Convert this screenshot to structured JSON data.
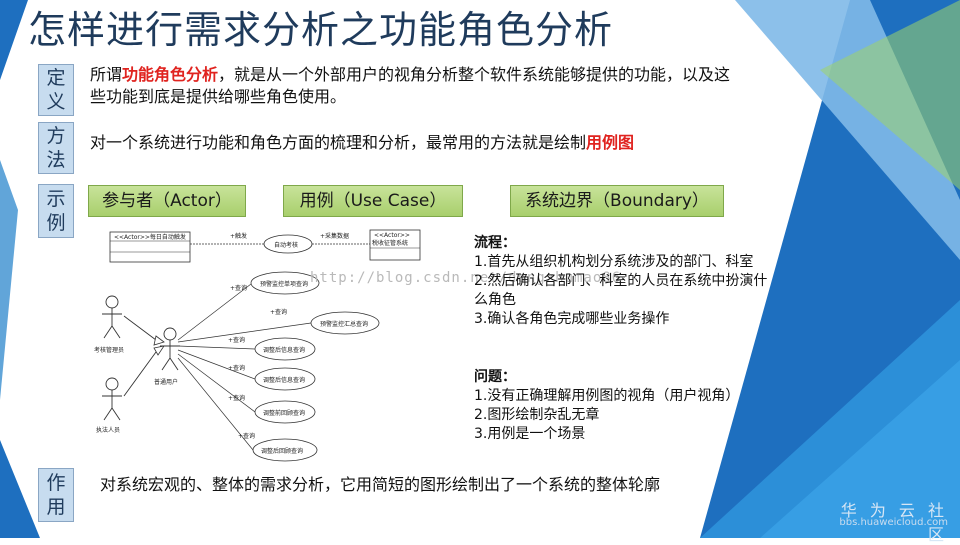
{
  "title": "怎样进行需求分析之功能角色分析",
  "definition": {
    "label": "定\n义",
    "text_pre": "所谓",
    "highlight": "功能角色分析",
    "text_post": "，就是从一个外部用户的视角分析整个软件系统能够提供的功能，以及这些功能到底是提供给哪些角色使用。"
  },
  "method": {
    "label": "方\n法",
    "text_pre": "对一个系统进行功能和角色方面的梳理和分析，最常用的方法就是绘制",
    "highlight": "用例图"
  },
  "example": {
    "label": "示\n例",
    "tags": [
      "参与者（Actor）",
      "用例（Use Case）",
      "系统边界（Boundary）"
    ]
  },
  "process": {
    "heading": "流程：",
    "items": [
      "1.首先从组织机构划分系统涉及的部门、科室",
      "2.然后确认各部门、科室的人员在系统中扮演什么角色",
      "3.确认各角色完成哪些业务操作"
    ]
  },
  "problems": {
    "heading": "问题：",
    "items": [
      "1.没有正确理解用例图的视角（用户视角）",
      "2.图形绘制杂乱无章",
      "3.用例是一个场景"
    ]
  },
  "effect": {
    "label": "作\n用",
    "text": "对系统宏观的、整体的需求分析，它用简短的图形绘制出了一个系统的整体轮廓"
  },
  "diagram": {
    "actor_top_left": "<<Actor>>每日自动触发",
    "actor_top_right_1": "<<Actor>>",
    "actor_top_right_2": "税收征管系统",
    "usecase_auto": "自动考核",
    "edge_trigger": "+触发",
    "edge_collect": "+采集数据",
    "actor_manager": "考核管理员",
    "actor_user": "普通用户",
    "actor_enforcer": "执法人员",
    "edge_query": "+查询",
    "usecases": [
      "预警监控单项查询",
      "预警监控汇总查询",
      "调整后信息查询",
      "调整后信息查询",
      "调整前回顾查询",
      "调整后回顾查询"
    ]
  },
  "watermark": "http://blog.csdn.net/dongzhumao86",
  "footer": {
    "brand": "华 为 云 社 区",
    "url": "bbs.huaweicloud.com"
  },
  "colors": {
    "title": "#1f3b5c",
    "highlight": "#e0231f",
    "label_bg": "#c7dcef",
    "tag_bg": "#a8cf6c"
  }
}
